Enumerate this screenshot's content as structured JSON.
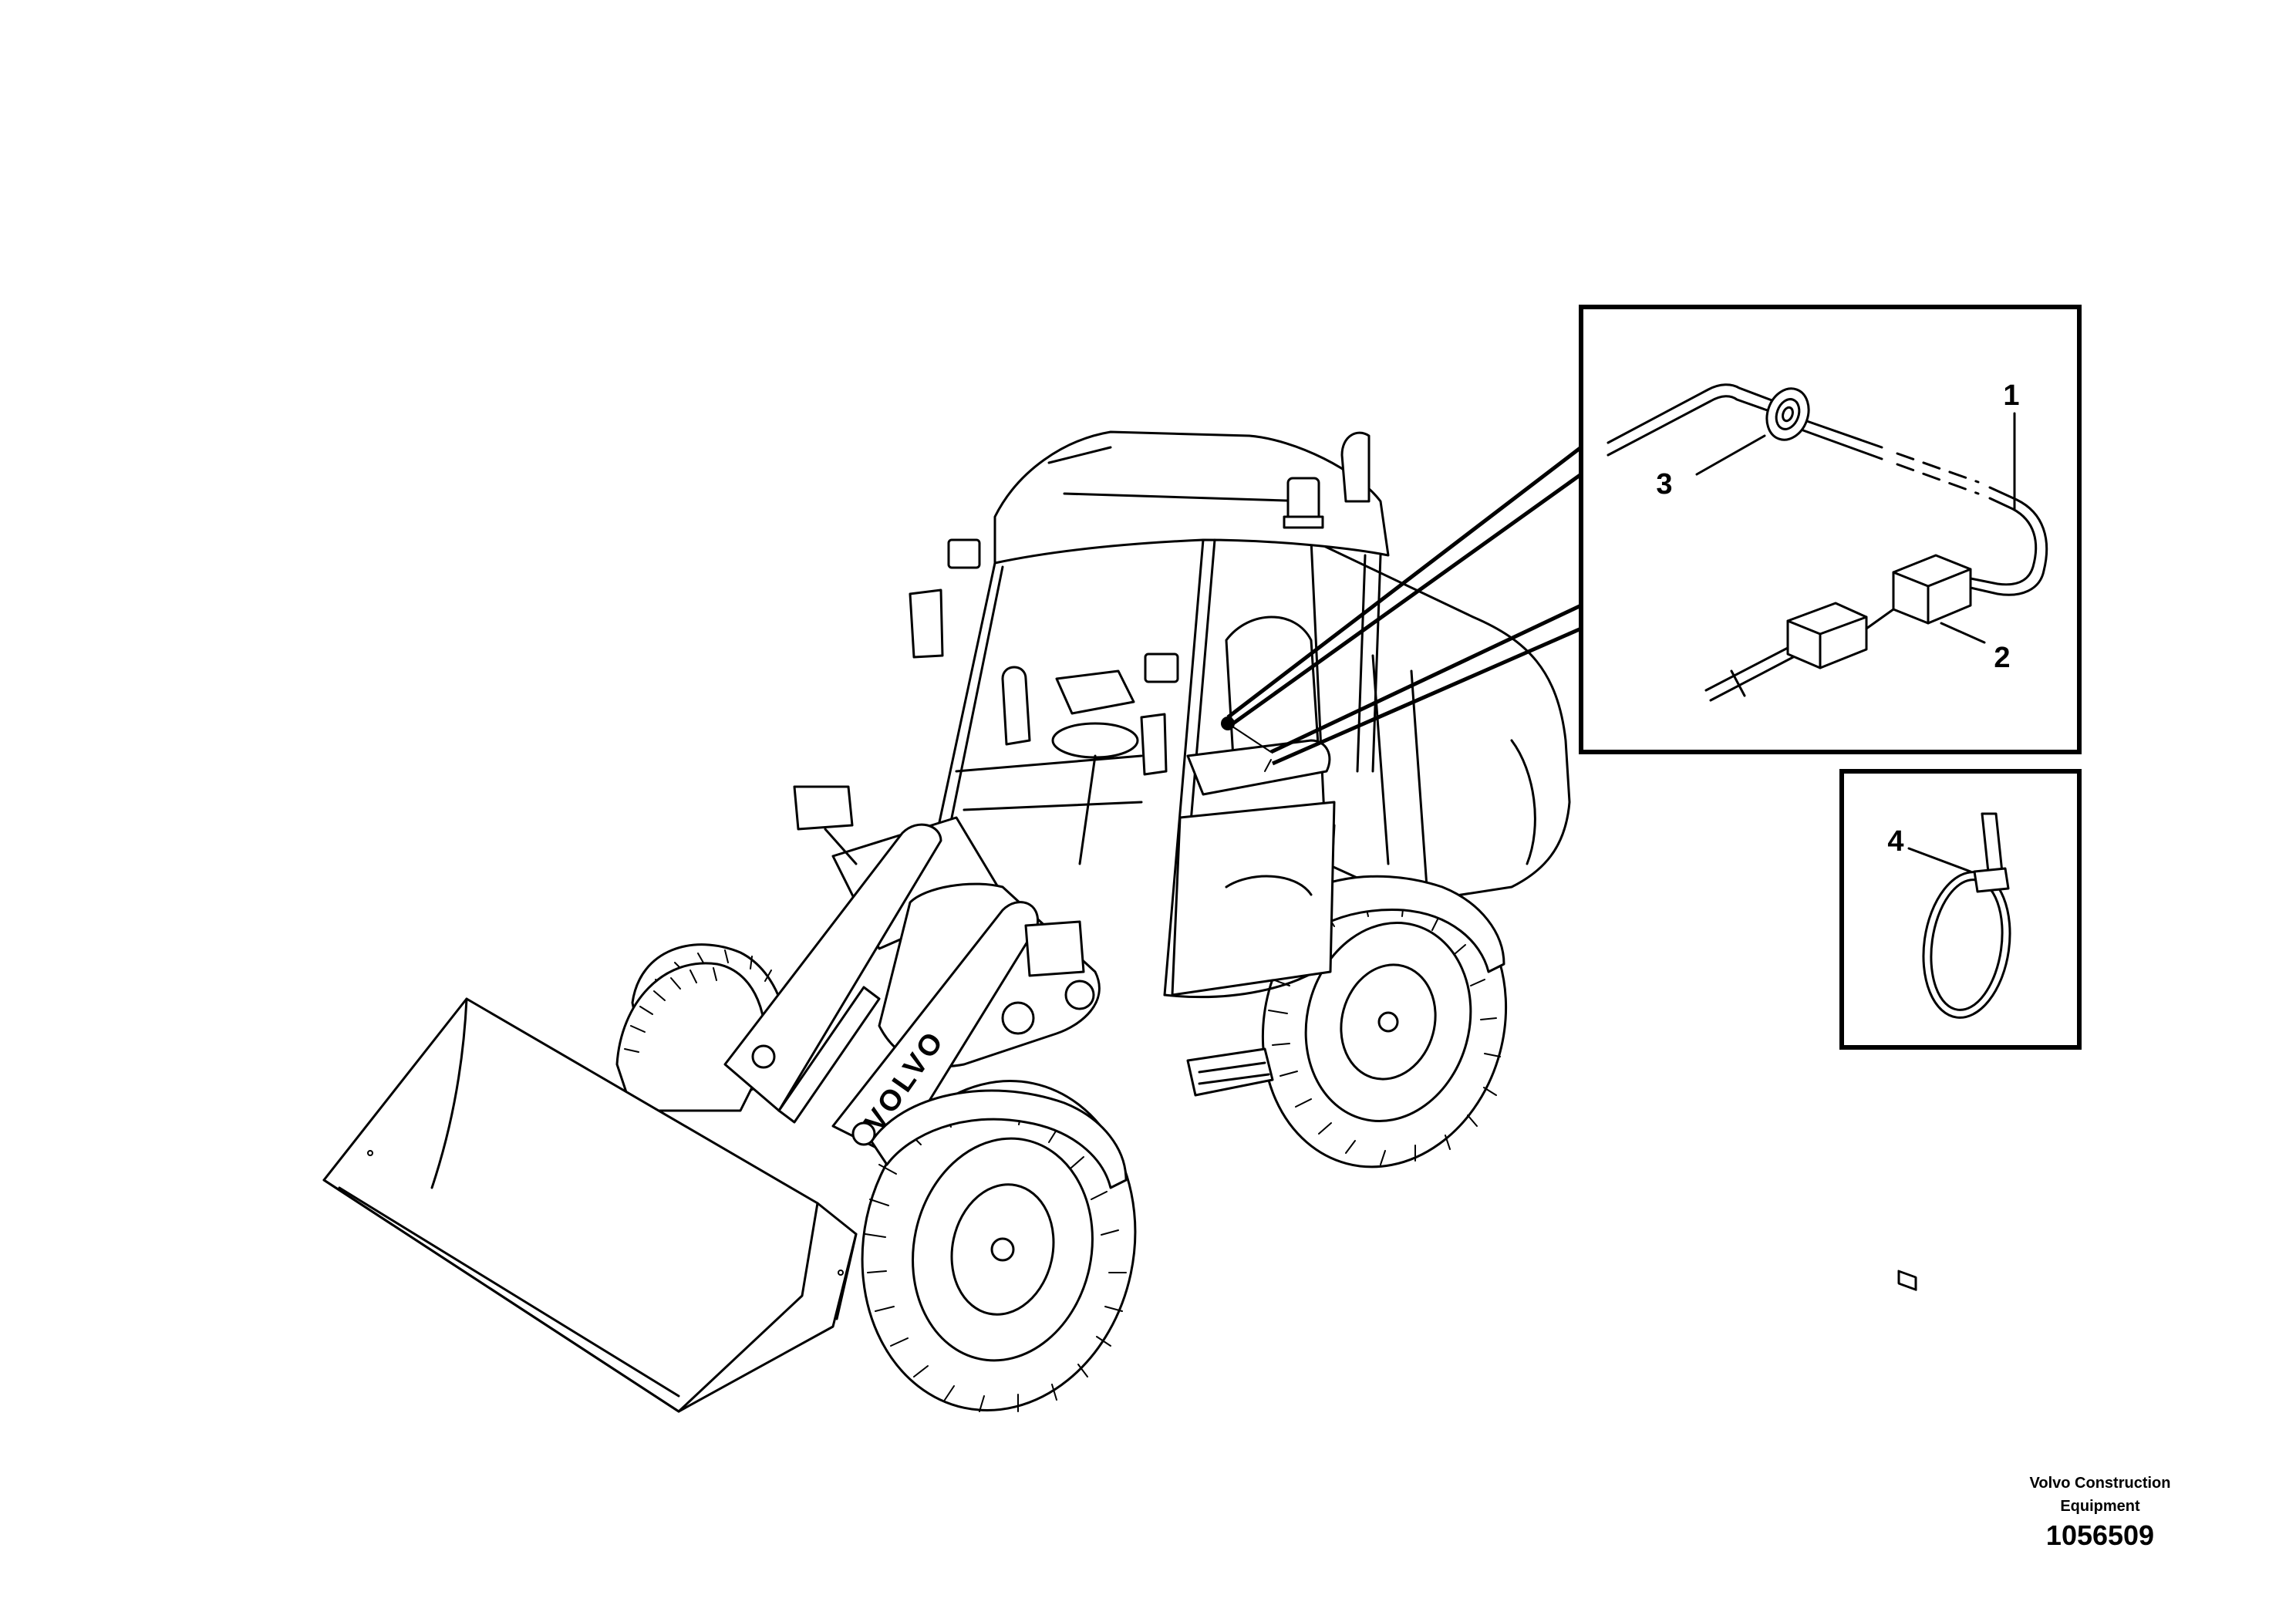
{
  "callouts": [
    {
      "id": "1",
      "label": "1"
    },
    {
      "id": "2",
      "label": "2"
    },
    {
      "id": "3",
      "label": "3"
    },
    {
      "id": "4",
      "label": "4"
    }
  ],
  "branding": {
    "machine_lettering": "VOLVO",
    "company_line1": "Volvo Construction",
    "company_line2": "Equipment"
  },
  "drawing_number": "1056509"
}
